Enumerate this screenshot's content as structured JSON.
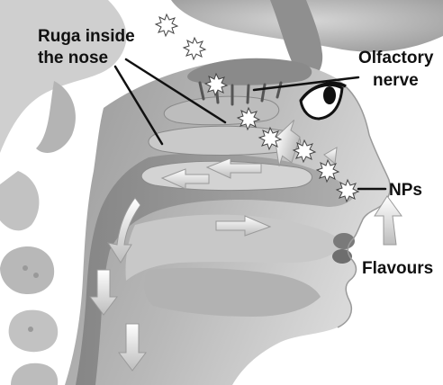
{
  "labels": {
    "ruga_line1": "Ruga inside",
    "ruga_line2": "the nose",
    "olfactory_line1": "Olfactory",
    "olfactory_line2": "nerve",
    "nps": "NPs",
    "flavours": "Flavours"
  },
  "colors": {
    "ink": "#111111",
    "tissue_dark": "#8e8e8e",
    "tissue_mid": "#adadad",
    "tissue_light": "#cfcfcf",
    "arrow_fill": "#e4e4e4"
  }
}
